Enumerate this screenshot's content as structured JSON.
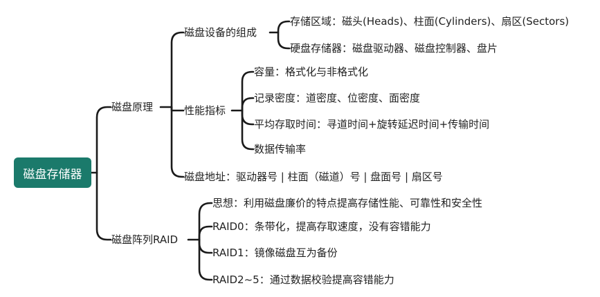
{
  "mindmap": {
    "root": "磁盘存储器",
    "branch_principle": {
      "label": "磁盘原理",
      "components": {
        "label": "磁盘设备的组成",
        "items": [
          "存储区域：磁头(Heads)、柱面(Cylinders)、扇区(Sectors)",
          "硬盘存储器：磁盘驱动器、磁盘控制器、盘片"
        ]
      },
      "performance": {
        "label": "性能指标",
        "items": [
          "容量：格式化与非格式化",
          "记录密度：道密度、位密度、面密度",
          "平均存取时间：寻道时间+旋转延迟时间+传输时间",
          "数据传输率"
        ]
      },
      "address": "磁盘地址：驱动器号 | 柱面（磁道）号 | 盘面号 | 扇区号"
    },
    "branch_raid": {
      "label": "磁盘阵列RAID",
      "items": [
        "思想：利用磁盘廉价的特点提高存储性能、可靠性和安全性",
        "RAID0：条带化，提高存取速度，没有容错能力",
        "RAID1：镜像磁盘互为备份",
        "RAID2~5：通过数据校验提高容错能力"
      ]
    }
  }
}
